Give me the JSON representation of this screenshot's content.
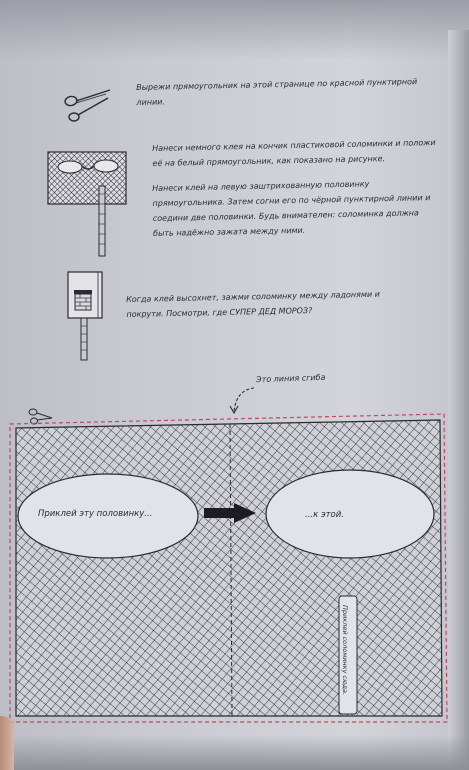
{
  "instructions": {
    "step1": "Вырежи прямоугольник на этой странице по красной пунктирной линии.",
    "step2": "Нанеси немного клея на кончик пластиковой соломинки и положи её на белый прямоугольник, как показано на рисунке.",
    "step3": "Нанеси клей на левую заштрихованную половинку прямоугольника. Затем согни его по чёрной пунктирной линии и соедини две половинки. Будь внимателен: соломинка должна быть надёжно зажата между ними.",
    "step4": "Когда клей высохнет, зажми соломинку между ладонями и покрути. Посмотри, где СУПЕР ДЕД МОРОЗ?"
  },
  "template": {
    "fold_label": "Это линия сгиба",
    "left_oval_text": "Приклей эту половинку...",
    "right_oval_text": "...к этой.",
    "straw_text": "Приклей соломинку сюда."
  },
  "colors": {
    "ink": "#2a2a33",
    "cut_line": "#c0485a",
    "paper": "#cfd0d6"
  },
  "icons": [
    "scissors-icon",
    "mask-on-straw-icon",
    "chimney-card-icon",
    "small-scissors-icon",
    "curved-arrow-icon",
    "right-arrow-icon"
  ]
}
